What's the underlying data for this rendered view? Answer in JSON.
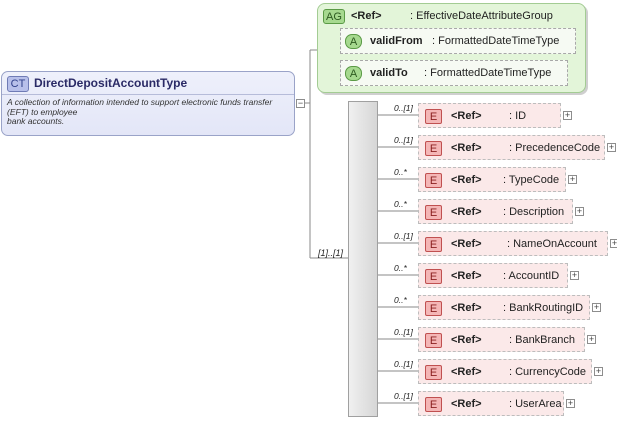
{
  "complex_type": {
    "badge": "CT",
    "name": "DirectDepositAccountType",
    "doc_lines": [
      "A collection of information intended to support electronic funds transfer",
      "(EFT) to employee",
      "bank accounts."
    ],
    "collapse_symbol": "−"
  },
  "attribute_group": {
    "badge": "AG",
    "ref_label": "<Ref>",
    "name": ": EffectiveDateAttributeGroup",
    "attributes": [
      {
        "badge": "A",
        "label": "validFrom",
        "type": ": FormattedDateTimeType"
      },
      {
        "badge": "A",
        "label": "validTo",
        "type": ": FormattedDateTimeType"
      }
    ]
  },
  "sequence": {
    "cardinality": "[1]..[1]",
    "elements": [
      {
        "badge": "E",
        "ref_label": "<Ref>",
        "name": ": ID",
        "cardinality": "0..[1]"
      },
      {
        "badge": "E",
        "ref_label": "<Ref>",
        "name": ": PrecedenceCode",
        "cardinality": "0..[1]"
      },
      {
        "badge": "E",
        "ref_label": "<Ref>",
        "name": ": TypeCode",
        "cardinality": "0..*"
      },
      {
        "badge": "E",
        "ref_label": "<Ref>",
        "name": ": Description",
        "cardinality": "0..*"
      },
      {
        "badge": "E",
        "ref_label": "<Ref>",
        "name": ": NameOnAccount",
        "cardinality": "0..[1]"
      },
      {
        "badge": "E",
        "ref_label": "<Ref>",
        "name": ": AccountID",
        "cardinality": "0..*"
      },
      {
        "badge": "E",
        "ref_label": "<Ref>",
        "name": ": BankRoutingID",
        "cardinality": "0..*"
      },
      {
        "badge": "E",
        "ref_label": "<Ref>",
        "name": ": BankBranch",
        "cardinality": "0..[1]"
      },
      {
        "badge": "E",
        "ref_label": "<Ref>",
        "name": ": CurrencyCode",
        "cardinality": "0..[1]"
      },
      {
        "badge": "E",
        "ref_label": "<Ref>",
        "name": ": UserArea",
        "cardinality": "0..[1]"
      }
    ],
    "expand_symbol": "+"
  },
  "colors": {
    "complex_type_fill": "#e3e6f7",
    "attribute_group_fill": "#e3f5d9",
    "element_fill": "#fbe9e9",
    "sequence_fill": "#d6d6d6"
  }
}
